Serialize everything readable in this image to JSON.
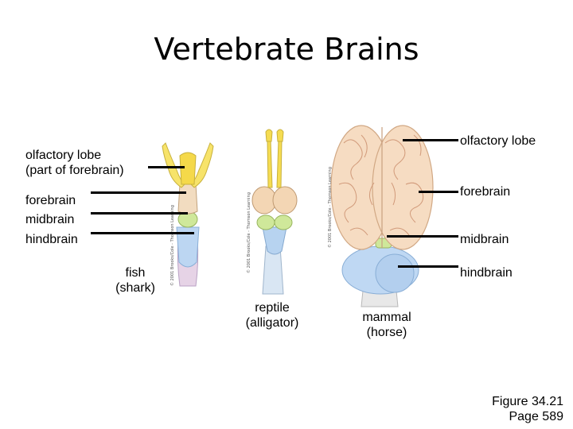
{
  "title": "Vertebrate Brains",
  "left_labels": {
    "olfactory_lobe_line1": "olfactory lobe",
    "olfactory_lobe_line2": "(part of forebrain)",
    "forebrain": "forebrain",
    "midbrain": "midbrain",
    "hindbrain": "hindbrain"
  },
  "right_labels": {
    "olfactory_lobe": "olfactory lobe",
    "forebrain": "forebrain",
    "midbrain": "midbrain",
    "hindbrain": "hindbrain"
  },
  "specimens": {
    "fish": [
      "fish",
      "(shark)"
    ],
    "reptile": [
      "reptile",
      "(alligator)"
    ],
    "mammal": [
      "mammal",
      "(horse)"
    ]
  },
  "credit": "© 2001 Brooks/Cole - Thomson Learning",
  "figure": {
    "line1": "Figure 34.21",
    "line2": "Page 589"
  }
}
